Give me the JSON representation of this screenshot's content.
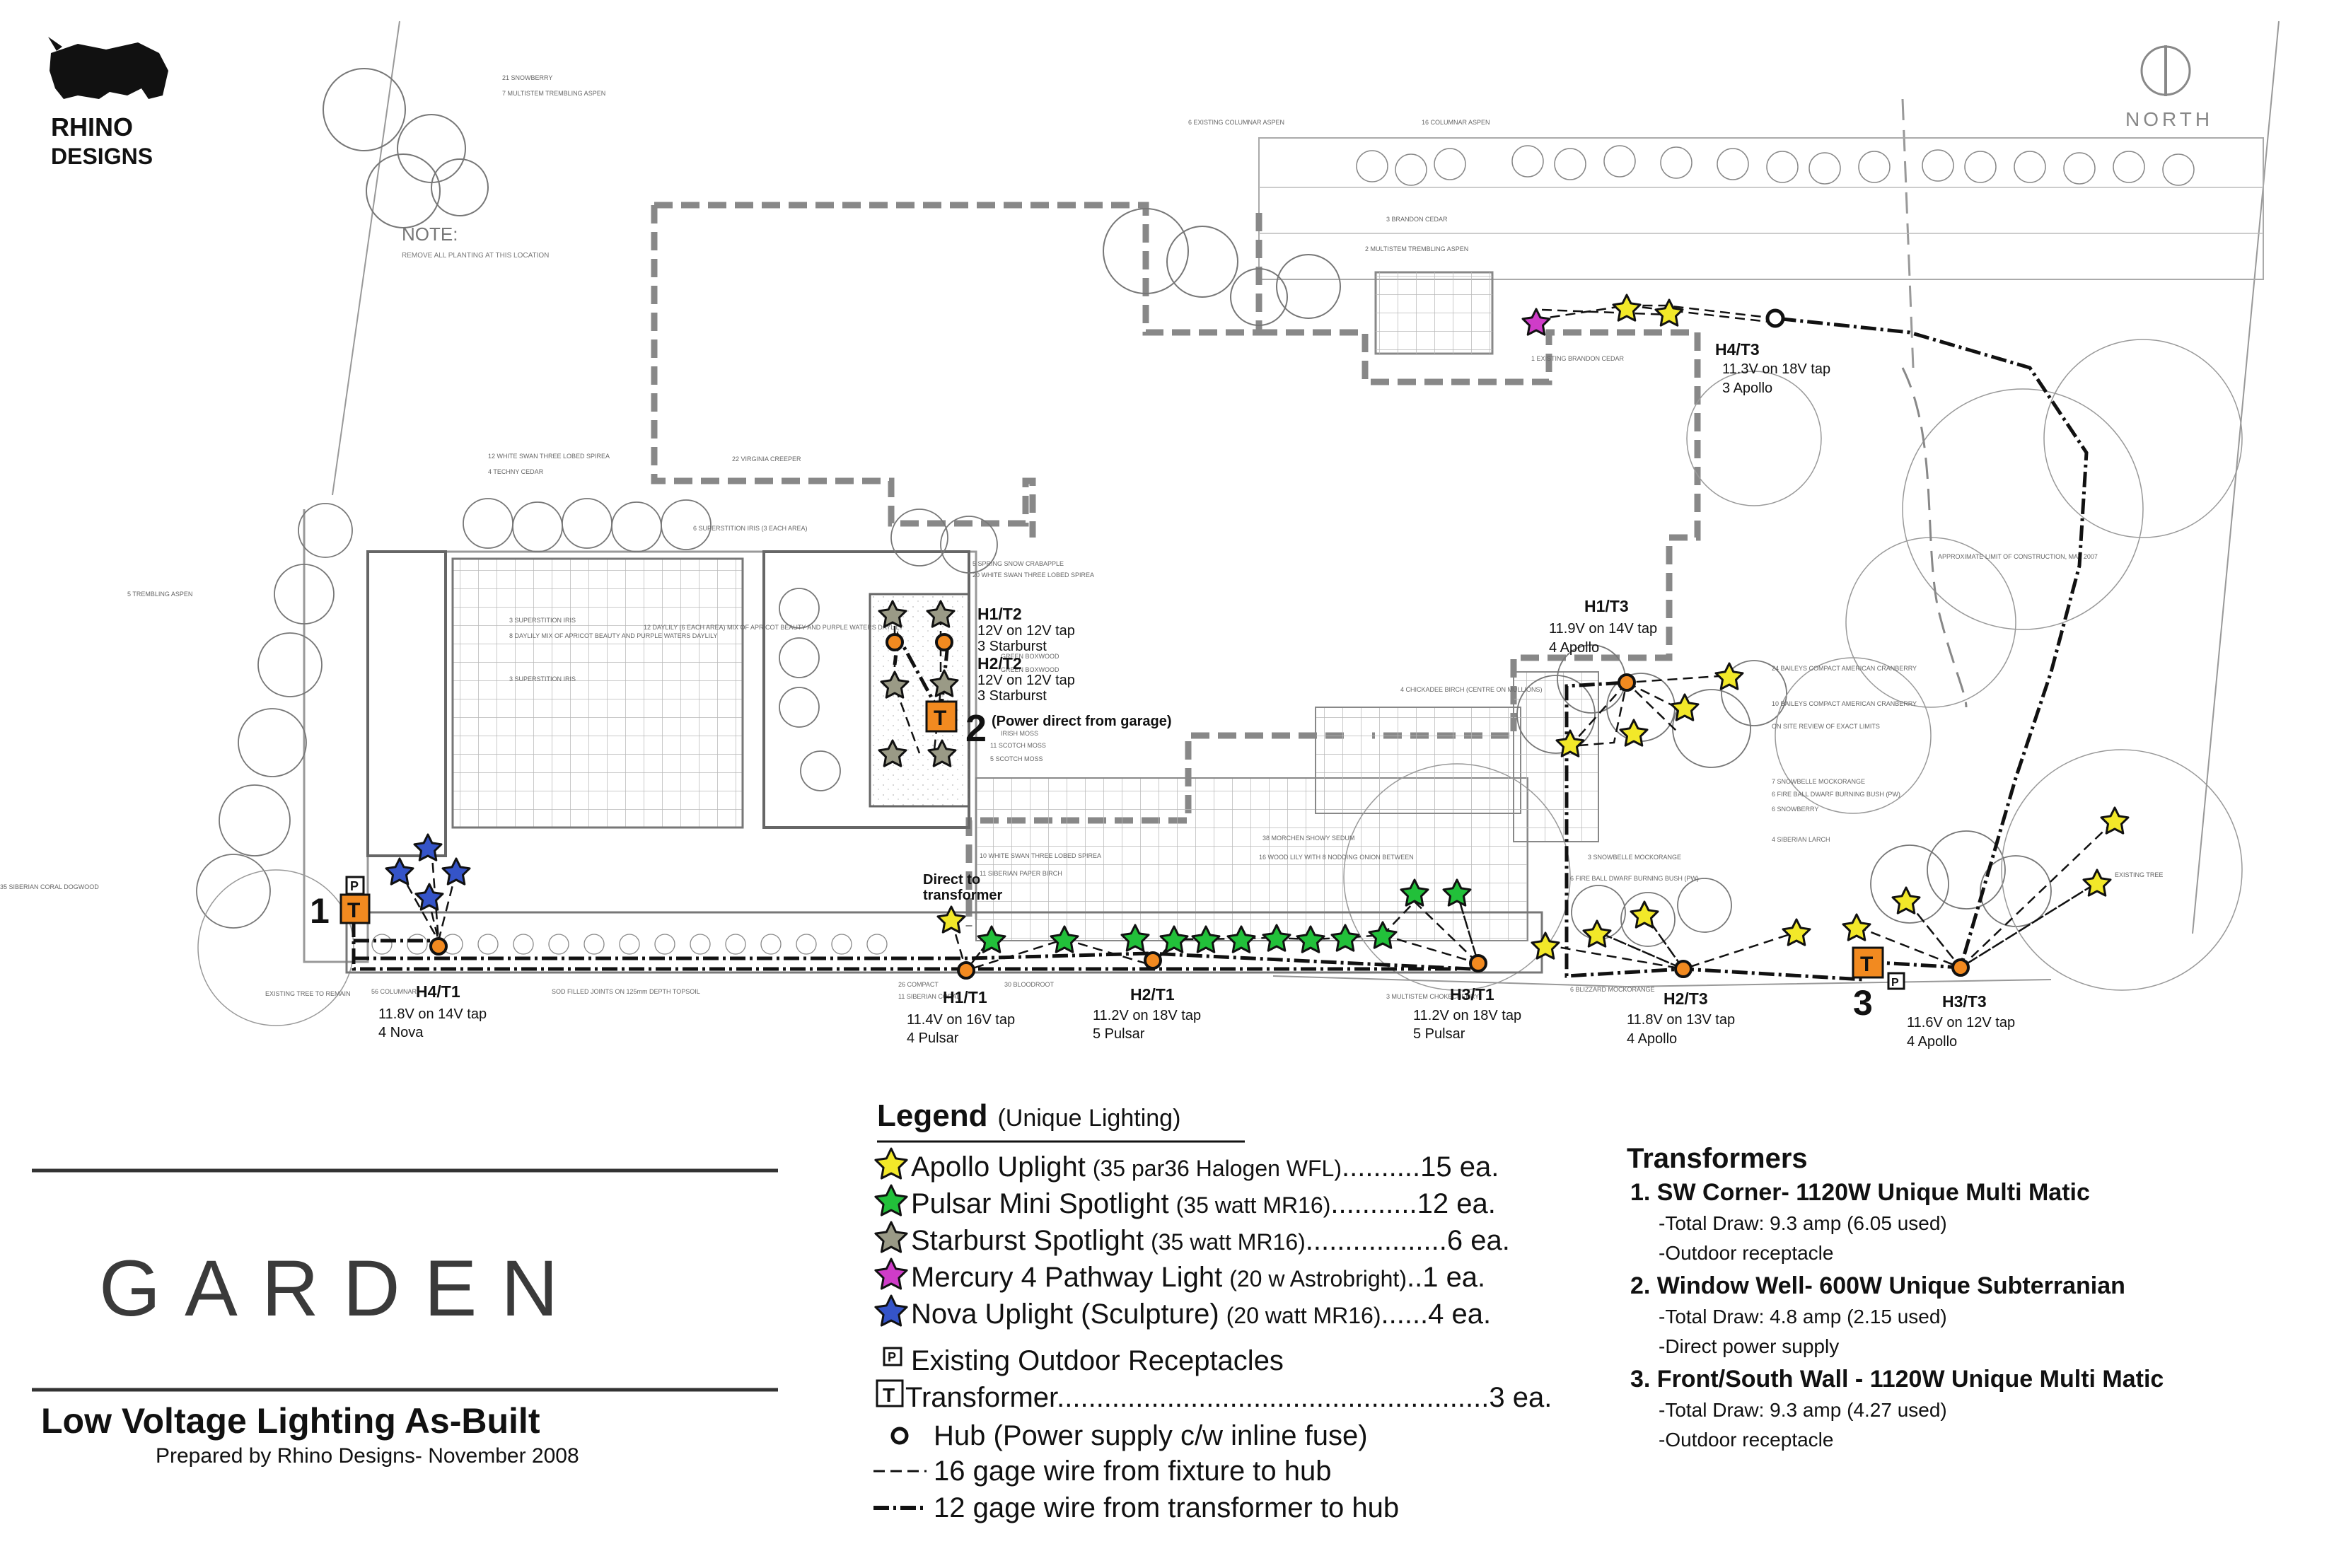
{
  "logo": {
    "line1": "RHINO",
    "line2": "DESIGNS"
  },
  "north": "NORTH",
  "note": {
    "title": "NOTE:",
    "text": "REMOVE ALL PLANTING AT THIS LOCATION"
  },
  "plant_labels": [
    "21 SNOWBERRY",
    "7 MULTISTEM TREMBLING ASPEN",
    "6 EXISTING COLUMNAR ASPEN",
    "16 COLUMNAR ASPEN",
    "3 BRANDON CEDAR",
    "2 MULTISTEM TREMBLING ASPEN",
    "1 EXISTING BRANDON CEDAR",
    "22 VIRGINIA CREEPER",
    "12 WHITE SWAN THREE LOBED SPIREA",
    "4 TECHNY CEDAR",
    "5 TREMBLING ASPEN",
    "6 SUPERSTITION IRIS (3 EACH AREA)",
    "3 SUPERSTITION IRIS",
    "8 DAYLILY MIX OF APRICOT BEAUTY AND PURPLE WATERS DAYLILY",
    "3 SUPERSTITION IRIS",
    "12 DAYLILY (6 EACH AREA) MIX OF APRICOT BEAUTY AND PURPLE WATERS DAYLILY",
    "5 SPRING SNOW CRABAPPLE",
    "20 WHITE SWAN THREE LOBED SPIREA",
    "GREEN BOXWOOD",
    "GREEN BOXWOOD",
    "IRISH MOSS",
    "11 SCOTCH MOSS",
    "5 SCOTCH MOSS",
    "10 WHITE SWAN THREE LOBED SPIREA",
    "11 SIBERIAN PAPER BIRCH",
    "38 MORCHEN SHOWY SEDUM",
    "16 WOOD LILY WITH 8 NODDING ONION BETWEEN",
    "4 CHICKADEE BIRCH (CENTRE ON MULLIONS)",
    "APPROXIMATE LIMIT OF CONSTRUCTION, MAY 2007",
    "24 BAILEYS COMPACT AMERICAN CRANBERRY",
    "10 BAILEYS COMPACT AMERICAN CRANBERRY",
    "ON SITE REVIEW OF EXACT LIMITS",
    "7 SNOWBELLE MOCKORANGE",
    "6 FIRE BALL DWARF BURNING BUSH (PW)",
    "6 SNOWBERRY",
    "4 SIBERIAN LARCH",
    "3 SNOWBELLE MOCKORANGE",
    "6 FIRE BALL DWARF BURNING BUSH (PW)",
    "6 BLIZZARD MOCKORANGE",
    "EXISTING TREE",
    "35 SIBERIAN CORAL DOGWOOD",
    "EXISTING TREE TO REMAIN",
    "56 COLUMNAR",
    "SOD FILLED JOINTS ON 125mm DEPTH TOPSOIL",
    "26 COMPACT",
    "30 BLOODROOT",
    "11 SIBERIAN CORAL",
    "3 MULTISTEM CHOKECHERRY"
  ],
  "hub_labels": [
    {
      "title": "H4/T3",
      "lines": [
        "11.3V on 18V tap",
        "3 Apollo"
      ]
    },
    {
      "title": "H1/T3",
      "lines": [
        "11.9V on 14V tap",
        "4 Apollo"
      ]
    },
    {
      "title": "H1/T2",
      "lines": [
        "12V on 12V tap",
        "3 Starburst"
      ]
    },
    {
      "title": "H2/T2",
      "lines": [
        "12V on 12V tap",
        "3 Starburst"
      ]
    },
    {
      "title": "H4/T1",
      "lines": [
        "11.8V on 14V tap",
        "4 Nova"
      ]
    },
    {
      "title": "H1/T1",
      "lines": [
        "11.4V on 16V tap",
        "4 Pulsar"
      ]
    },
    {
      "title": "H2/T1",
      "lines": [
        "11.2V on 18V tap",
        "5 Pulsar"
      ]
    },
    {
      "title": "H3/T1",
      "lines": [
        "11.2V on 18V tap",
        "5 Pulsar"
      ]
    },
    {
      "title": "H2/T3",
      "lines": [
        "11.8V on 13V tap",
        "4 Apollo"
      ]
    },
    {
      "title": "H3/T3",
      "lines": [
        "11.6V on 12V tap",
        "4 Apollo"
      ]
    }
  ],
  "transformer_markers": {
    "t1": "1",
    "t2": "2",
    "t3": "3",
    "t_letter": "T",
    "p_letter": "P"
  },
  "t2_note": "(Power direct from garage)",
  "direct_note": [
    "Direct to",
    "transformer"
  ],
  "legend": {
    "title": "Legend",
    "subtitle": "(Unique Lighting)",
    "items": [
      {
        "name": "Apollo Uplight",
        "spec": "(35 par36 Halogen WFL)",
        "dots": "..........",
        "qty": "15 ea.",
        "color": "#f2e829"
      },
      {
        "name": "Pulsar Mini Spotlight",
        "spec": "(35 watt MR16)",
        "dots": "...........",
        "qty": "12 ea.",
        "color": "#22c03a"
      },
      {
        "name": "Starburst Spotlight",
        "spec": "(35 watt MR16)",
        "dots": "..................",
        "qty": "6 ea.",
        "color": "#9a9a86"
      },
      {
        "name": "Mercury 4 Pathway Light",
        "spec": "(20 w Astrobright)",
        "dots": "..",
        "qty": "1 ea.",
        "color": "#cf3cc8"
      },
      {
        "name": "Nova Uplight (Sculpture)",
        "spec": "(20 watt MR16)",
        "dots": "......",
        "qty": "4 ea.",
        "color": "#3554c8"
      }
    ],
    "receptacle": "Existing Outdoor Receptacles",
    "transformer": "Transformer",
    "transformer_dots": ".......................................................",
    "transformer_qty": "3 ea.",
    "hub": "Hub (Power supply c/w inline fuse)",
    "wire16": "16 gage wire from fixture to hub",
    "wire12": "12 gage wire from transformer to hub"
  },
  "transformers": {
    "title": "Transformers",
    "items": [
      {
        "heading": "1. SW Corner- 1120W Unique Multi Matic",
        "details": [
          "-Total Draw: 9.3 amp (6.05 used)",
          "-Outdoor receptacle"
        ]
      },
      {
        "heading": "2. Window Well- 600W Unique Subterranian",
        "details": [
          "-Total Draw: 4.8 amp (2.15 used)",
          "-Direct power supply"
        ]
      },
      {
        "heading": "3. Front/South Wall - 1120W Unique Multi Matic",
        "details": [
          "-Total Draw: 9.3 amp (4.27 used)",
          "-Outdoor receptacle"
        ]
      }
    ]
  },
  "title_block": {
    "title": "GARDEN",
    "subtitle": "Low Voltage Lighting As-Built",
    "prepared": "Prepared by Rhino Designs- November 2008"
  }
}
